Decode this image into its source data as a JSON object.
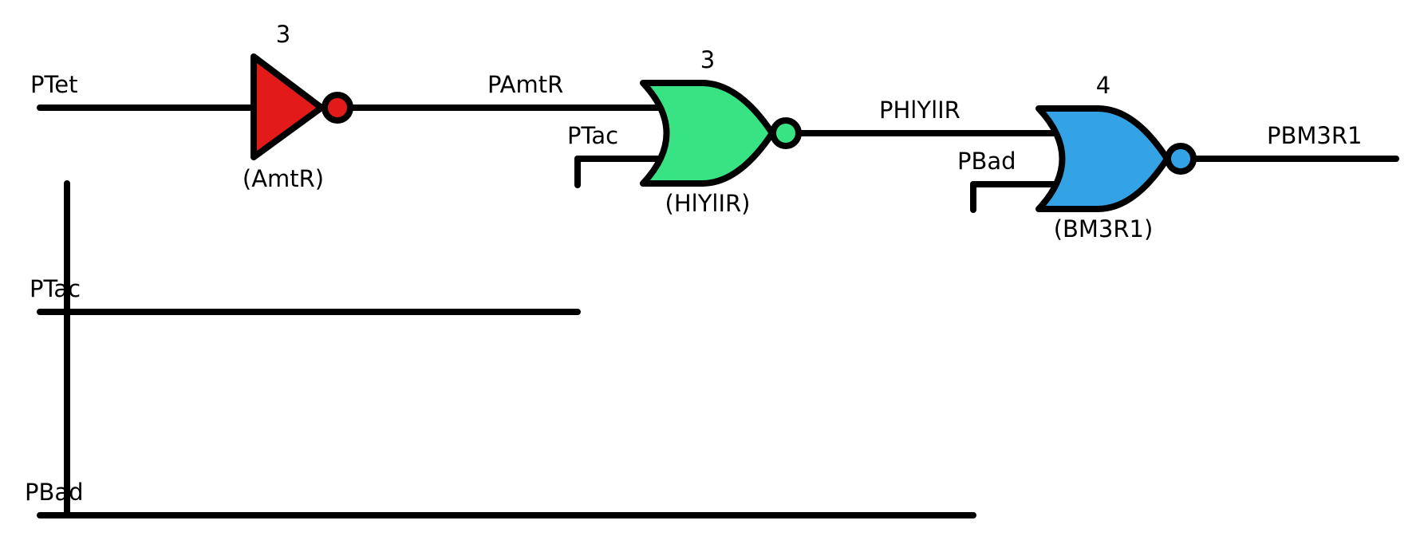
{
  "signals": {
    "ptet": "PTet",
    "pamtr": "PAmtR",
    "ptac": "PTac",
    "phlyllr": "PHlYlIR",
    "pbad": "PBad",
    "pbm3r1": "PBM3R1"
  },
  "gates": [
    {
      "id": "amtr",
      "type": "NOT",
      "count": "3",
      "name": "(AmtR)",
      "fill": "#e31a1a"
    },
    {
      "id": "hlyllr",
      "type": "NOR",
      "count": "3",
      "name": "(HlYlIR)",
      "fill": "#37e383"
    },
    {
      "id": "bm3r1",
      "type": "NOR",
      "count": "4",
      "name": "(BM3R1)",
      "fill": "#34a3e5"
    }
  ]
}
